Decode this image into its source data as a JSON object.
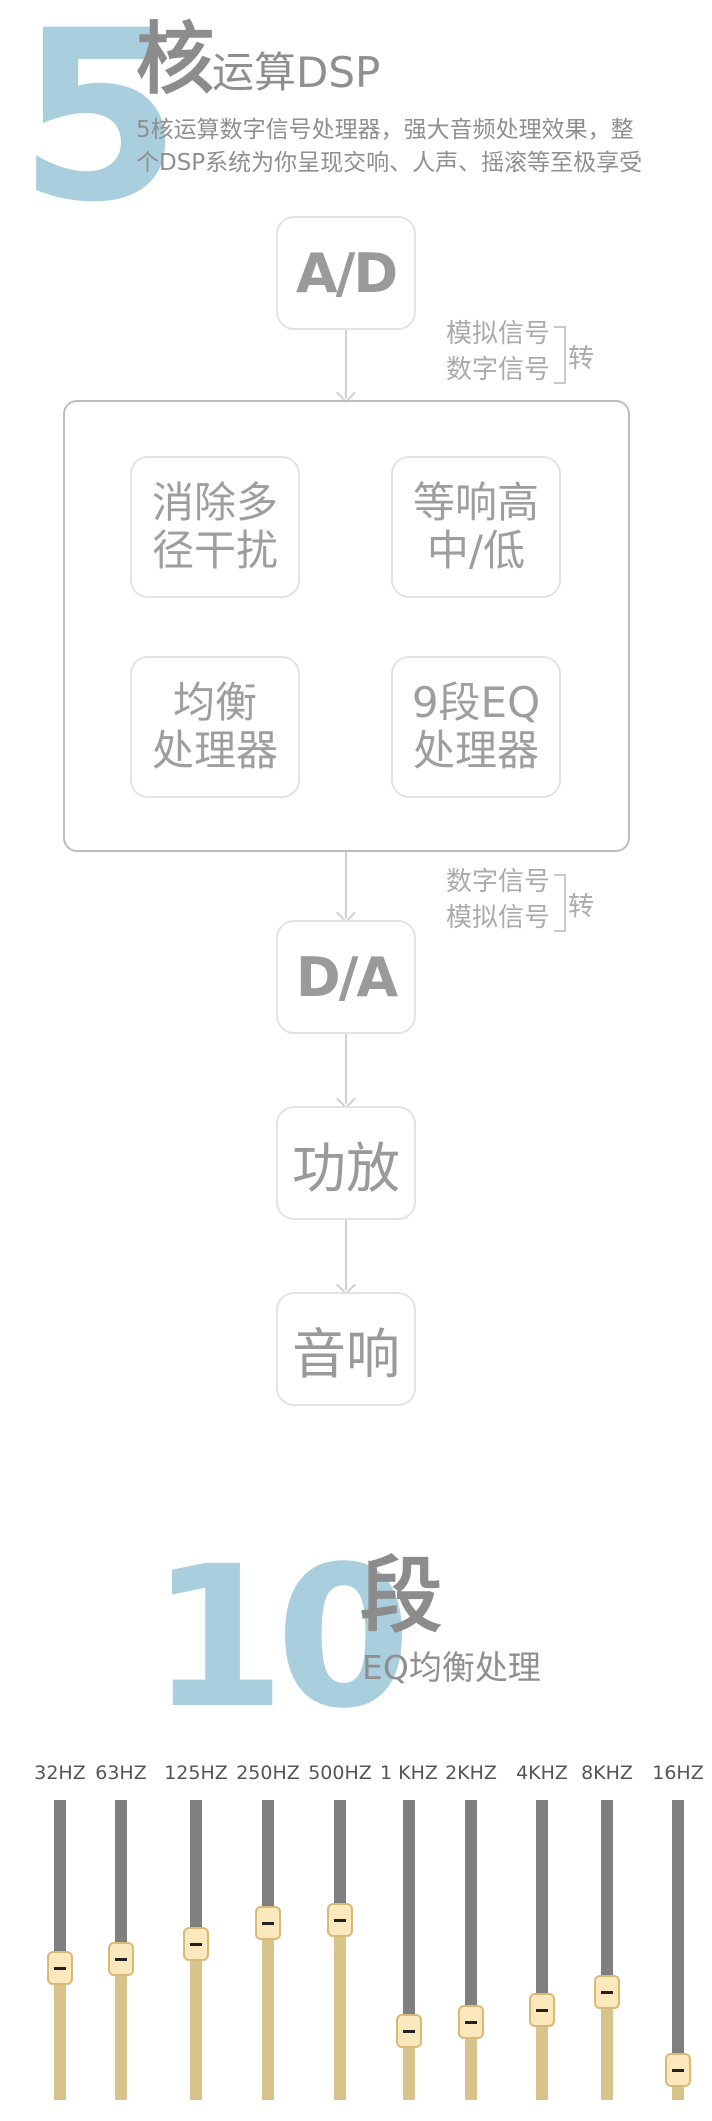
{
  "header": {
    "digit": "5",
    "core": "核",
    "sub": "运算DSP",
    "desc_line1": "5核运算数字信号处理器，强大音频处理效果，整",
    "desc_line2": "个DSP系统为你呈现交响、人声、摇滚等至极享受"
  },
  "flow": {
    "ad": "A/D",
    "note_top_1": "模拟信号",
    "note_top_2": "数字信号",
    "note_top_zhuan": "转",
    "proc1_l1": "消除多",
    "proc1_l2": "径干扰",
    "proc2_l1": "等响高",
    "proc2_l2": "中/低",
    "proc3_l1": "均衡",
    "proc3_l2": "处理器",
    "proc4_l1": "9段EQ",
    "proc4_l2": "处理器",
    "note_bot_1": "数字信号",
    "note_bot_2": "模拟信号",
    "note_bot_zhuan": "转",
    "da": "D/A",
    "amp": "功放",
    "speaker": "音响"
  },
  "eq": {
    "digits": "10",
    "duan": "段",
    "subtitle": "EQ均衡处理",
    "bands": [
      {
        "label": "32HZ",
        "level": 0.44
      },
      {
        "label": "63HZ",
        "level": 0.47
      },
      {
        "label": "125HZ",
        "level": 0.52
      },
      {
        "label": "250HZ",
        "level": 0.59
      },
      {
        "label": "500HZ",
        "level": 0.6
      },
      {
        "label": "1 KHZ",
        "level": 0.23
      },
      {
        "label": "2KHZ",
        "level": 0.26
      },
      {
        "label": "4KHZ",
        "level": 0.3
      },
      {
        "label": "8KHZ",
        "level": 0.36
      },
      {
        "label": "16HZ",
        "level": 0.1
      }
    ]
  }
}
